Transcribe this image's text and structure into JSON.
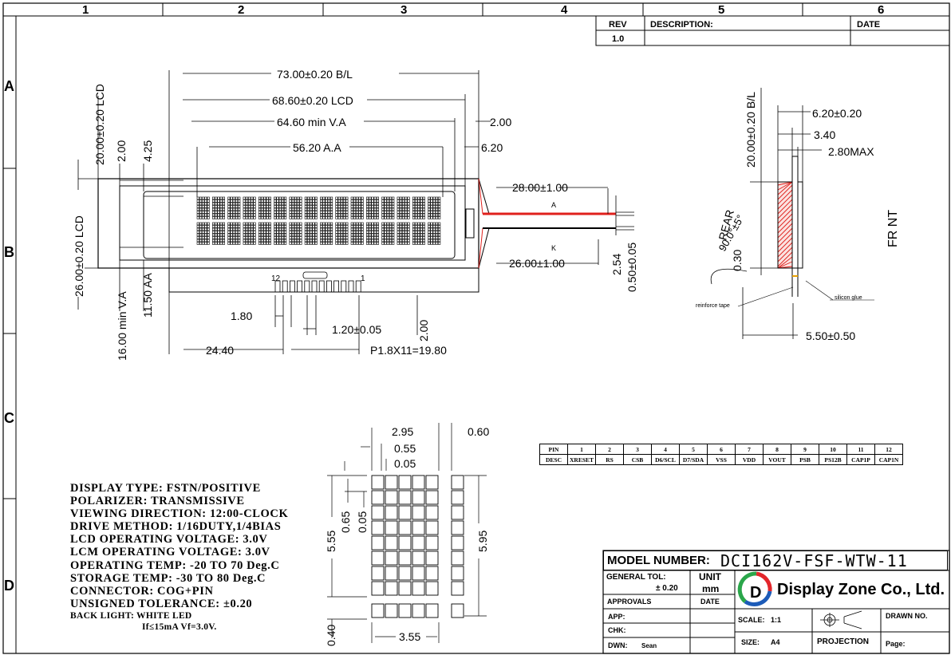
{
  "grid": {
    "columns": [
      "1",
      "2",
      "3",
      "4",
      "5",
      "6"
    ],
    "rows": [
      "A",
      "B",
      "C",
      "D"
    ]
  },
  "revision_block": {
    "rev_header": "REV",
    "desc_header": "DESCRIPTION:",
    "date_header": "DATE",
    "rev_value": "1.0"
  },
  "front_view": {
    "dim_bl_width": "73.00±0.20  B/L",
    "dim_lcd_width": "68.60±0.20 LCD",
    "dim_va_width": "64.60 min V.A",
    "dim_aa_width": "56.20 A.A",
    "dim_right_200": "2.00",
    "dim_right_620": "6.20",
    "dim_lcd_height_20": "20.00±0.20 LCD",
    "dim_left_200": "2.00",
    "dim_left_425": "4.25",
    "dim_lcd_height_26": "26.00±0.20 LCD",
    "dim_va_height": "16.00 min V.A",
    "dim_aa_height": "11.50 AA",
    "dim_180": "1.80",
    "dim_120": "1.20±0.05",
    "dim_200b": "2.00",
    "dim_2440": "24.40",
    "dim_pitch": "P1.8X11=19.80",
    "pin_12": "12",
    "pin_1": "1",
    "cable_28": "28.00±1.00",
    "cable_26": "26.00±1.00",
    "cable_a": "A",
    "cable_k": "K",
    "dim_254": "2.54",
    "dim_050": "0.50±0.05"
  },
  "side_view": {
    "dim_bl": "20.00±0.20  B/L",
    "dim_620": "6.20±0.20",
    "dim_340": "3.40",
    "dim_280": "2.80MAX",
    "rear": "REAR",
    "angle": "90.0°±5°",
    "dim_030": "0.30",
    "front": "FR  NT",
    "reinforce": "reinforce tape",
    "silicon": "silicon glue",
    "dim_550": "5.50±0.50"
  },
  "char_detail": {
    "dim_295": "2.95",
    "dim_060": "0.60",
    "dim_055": "0.55",
    "dim_005a": "0.05",
    "dim_065": "0.65",
    "dim_005b": "0.05",
    "dim_555": "5.55",
    "dim_595": "5.95",
    "dim_040": "0.40",
    "dim_355": "3.55"
  },
  "specs": [
    "DISPLAY TYPE: FSTN/POSITIVE",
    "POLARIZER: TRANSMISSIVE",
    "VIEWING DIRECTION: 12:00-CLOCK",
    "DRIVE METHOD: 1/16DUTY,1/4BIAS",
    "LCD OPERATING VOLTAGE: 3.0V",
    "LCM OPERATING VOLTAGE: 3.0V",
    "OPERATING TEMP: -20 TO 70 Deg.C",
    "STORAGE TEMP: -30 TO 80 Deg.C",
    "CONNECTOR: COG+PIN",
    "UNSIGNED TOLERANCE: ±0.20"
  ],
  "backlight": {
    "line1": "BACK LIGHT:  WHITE LED",
    "line2": "If≤15mA   Vf=3.0V."
  },
  "pin_table": {
    "pin_label": "PIN",
    "desc_label": "DESC",
    "pins": [
      "1",
      "2",
      "3",
      "4",
      "5",
      "6",
      "7",
      "8",
      "9",
      "10",
      "11",
      "12"
    ],
    "descs": [
      "XRESET",
      "RS",
      "CSB",
      "D6/SCL",
      "D7/SDA",
      "VSS",
      "VDD",
      "VOUT",
      "PSB",
      "PS12B",
      "CAP1P",
      "CAP1N"
    ]
  },
  "title_block": {
    "model_label": "MODEL NUMBER:",
    "model_value": "DCI162V-FSF-WTW-11",
    "general_tol": "GENERAL TOL:",
    "tol_value": "± 0.20",
    "unit_label": "UNIT",
    "unit_value": "mm",
    "approvals": "APPROVALS",
    "date": "DATE",
    "app": "APP:",
    "chk": "CHK:",
    "dwn": "DWN:",
    "dwn_value": "Sean",
    "company": "Display Zone Co., Ltd.",
    "scale_label": "SCALE:",
    "scale_value": "1:1",
    "size_label": "SIZE:",
    "size_value": "A4",
    "projection": "PROJECTION",
    "drawn_no": "DRAWN NO.",
    "page": "Page:"
  },
  "colors": {
    "cable_red": "#e0201c",
    "hatch_red": "#e0201c",
    "logo_red": "#e3262b",
    "logo_green": "#2aa64a",
    "logo_blue": "#1c5bb8"
  }
}
